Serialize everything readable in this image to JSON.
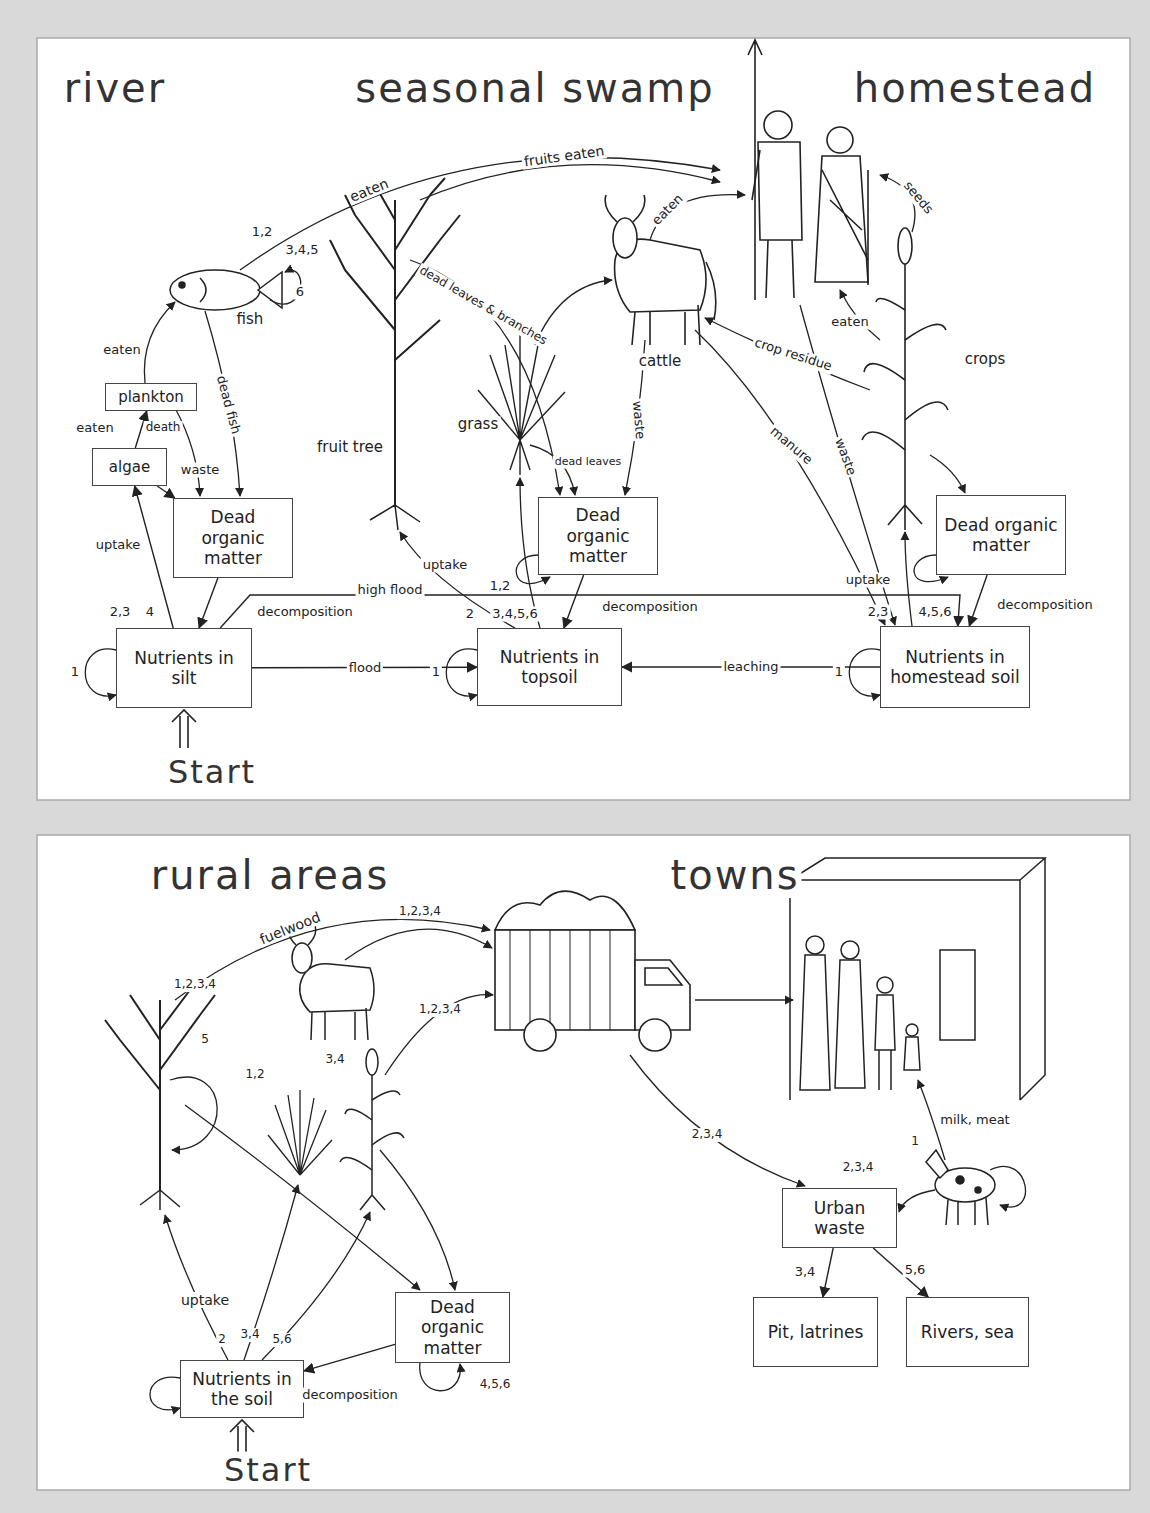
{
  "diagram": {
    "nodes": [
      {
        "text": [
          "plankton"
        ]
      },
      {
        "text": [
          "algae"
        ]
      },
      {
        "text": [
          "Dead organic matter"
        ]
      },
      {
        "text": [
          "Dead organic matter"
        ]
      },
      {
        "text": [
          "Dead organic matter"
        ]
      },
      {
        "text": [
          "Nutrients in silt"
        ]
      },
      {
        "text": [
          "Nutrients in topsoil"
        ]
      },
      {
        "text": [
          "Nutrients in homestead soil"
        ]
      },
      {
        "text": [
          "Dead organic matter"
        ]
      },
      {
        "text": [
          "Urban waste"
        ]
      },
      {
        "text": [
          "Nutrients in the soil"
        ]
      },
      {
        "text": [
          "Pit, latrines"
        ]
      },
      {
        "text": [
          "Rivers, sea"
        ]
      }
    ],
    "edges": [
      {
        "from": 5,
        "to": 1,
        "arrow": "to",
        "label": "uptake"
      },
      {
        "from": 1,
        "to": 0,
        "arrow": "to",
        "label": "eaten"
      },
      {
        "from": 1,
        "to": 2,
        "arrow": "to",
        "label": "waste"
      },
      {
        "from": 2,
        "to": 5,
        "arrow": "to",
        "label": "decomposition"
      },
      {
        "from": 5,
        "to": 6,
        "arrow": "to",
        "label": "flood"
      },
      {
        "from": 5,
        "to": 7,
        "arrow": "to",
        "label": "high flood"
      },
      {
        "from": 3,
        "to": 6,
        "arrow": "to",
        "label": "decomposition"
      },
      {
        "from": 7,
        "to": 6,
        "arrow": "to",
        "label": "leaching"
      },
      {
        "from": 4,
        "to": 7,
        "arrow": "to",
        "label": "decomposition"
      },
      {
        "from": 8,
        "to": 10,
        "arrow": "to",
        "label": "decomposition"
      },
      {
        "from": 9,
        "to": 11,
        "arrow": "to",
        "label": "3,4"
      },
      {
        "from": 9,
        "to": 12,
        "arrow": "to",
        "label": "5,6"
      }
    ],
    "labels": [
      "river",
      "seasonal swamp",
      "homestead",
      "Start",
      "fish",
      "fruit tree",
      "grass",
      "cattle",
      "crops",
      "eaten",
      "fruits eaten",
      "dead fish",
      "dead leaves & branches",
      "eaten",
      "eaten",
      "seeds",
      "manure",
      "waste",
      "crop residue",
      "waste",
      "eaten",
      "death",
      "dead leaves",
      "uptake",
      "uptake",
      "1",
      "2,3",
      "4",
      "1",
      "2",
      "3,4,5,6",
      "1,2",
      "1",
      "2,3",
      "4,5,6",
      "1,2",
      "3,4,5",
      "6",
      "rural areas",
      "towns",
      "Start",
      "fuelwood",
      "uptake",
      "milk, meat",
      "1,2,3,4",
      "1,2,3,4",
      "1,2,3,4",
      "5",
      "2",
      "3,4",
      "5,6",
      "1,2",
      "3,4",
      "2,3,4",
      "1",
      "2,3,4",
      "4,5,6"
    ]
  }
}
